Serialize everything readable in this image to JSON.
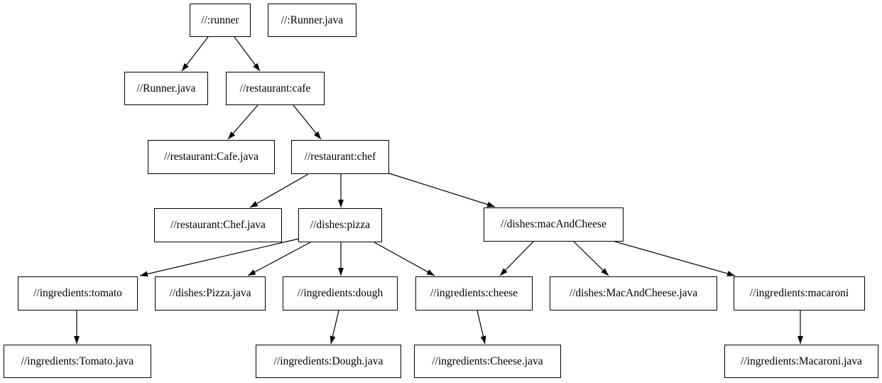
{
  "graph": {
    "background_color": "#ffffff",
    "node_fill_color": "#ffffff",
    "node_border_color": "#000000",
    "edge_color": "#000000",
    "text_color": "#000000",
    "nodes": [
      {
        "id": "runner",
        "label": "//:runner"
      },
      {
        "id": "root-runner-java",
        "label": "//:Runner.java"
      },
      {
        "id": "runner-java",
        "label": "//Runner.java"
      },
      {
        "id": "cafe",
        "label": "//restaurant:cafe"
      },
      {
        "id": "cafe-java",
        "label": "//restaurant:Cafe.java"
      },
      {
        "id": "chef",
        "label": "//restaurant:chef"
      },
      {
        "id": "chef-java",
        "label": "//restaurant:Chef.java"
      },
      {
        "id": "pizza",
        "label": "//dishes:pizza"
      },
      {
        "id": "mac-and-cheese",
        "label": "//dishes:macAndCheese"
      },
      {
        "id": "tomato",
        "label": "//ingredients:tomato"
      },
      {
        "id": "pizza-java",
        "label": "//dishes:Pizza.java"
      },
      {
        "id": "dough",
        "label": "//ingredients:dough"
      },
      {
        "id": "cheese",
        "label": "//ingredients:cheese"
      },
      {
        "id": "mac-and-cheese-java",
        "label": "//dishes:MacAndCheese.java"
      },
      {
        "id": "macaroni",
        "label": "//ingredients:macaroni"
      },
      {
        "id": "tomato-java",
        "label": "//ingredients:Tomato.java"
      },
      {
        "id": "dough-java",
        "label": "//ingredients:Dough.java"
      },
      {
        "id": "cheese-java",
        "label": "//ingredients:Cheese.java"
      },
      {
        "id": "macaroni-java",
        "label": "//ingredients:Macaroni.java"
      }
    ],
    "edges": [
      {
        "from": "//:runner",
        "to": "//Runner.java"
      },
      {
        "from": "//:runner",
        "to": "//restaurant:cafe"
      },
      {
        "from": "//restaurant:cafe",
        "to": "//restaurant:Cafe.java"
      },
      {
        "from": "//restaurant:cafe",
        "to": "//restaurant:chef"
      },
      {
        "from": "//restaurant:chef",
        "to": "//restaurant:Chef.java"
      },
      {
        "from": "//restaurant:chef",
        "to": "//dishes:pizza"
      },
      {
        "from": "//restaurant:chef",
        "to": "//dishes:macAndCheese"
      },
      {
        "from": "//dishes:pizza",
        "to": "//ingredients:tomato"
      },
      {
        "from": "//dishes:pizza",
        "to": "//dishes:Pizza.java"
      },
      {
        "from": "//dishes:pizza",
        "to": "//ingredients:dough"
      },
      {
        "from": "//dishes:pizza",
        "to": "//ingredients:cheese"
      },
      {
        "from": "//dishes:macAndCheese",
        "to": "//ingredients:cheese"
      },
      {
        "from": "//dishes:macAndCheese",
        "to": "//dishes:MacAndCheese.java"
      },
      {
        "from": "//dishes:macAndCheese",
        "to": "//ingredients:macaroni"
      },
      {
        "from": "//ingredients:tomato",
        "to": "//ingredients:Tomato.java"
      },
      {
        "from": "//ingredients:dough",
        "to": "//ingredients:Dough.java"
      },
      {
        "from": "//ingredients:cheese",
        "to": "//ingredients:Cheese.java"
      },
      {
        "from": "//ingredients:macaroni",
        "to": "//ingredients:Macaroni.java"
      }
    ]
  }
}
